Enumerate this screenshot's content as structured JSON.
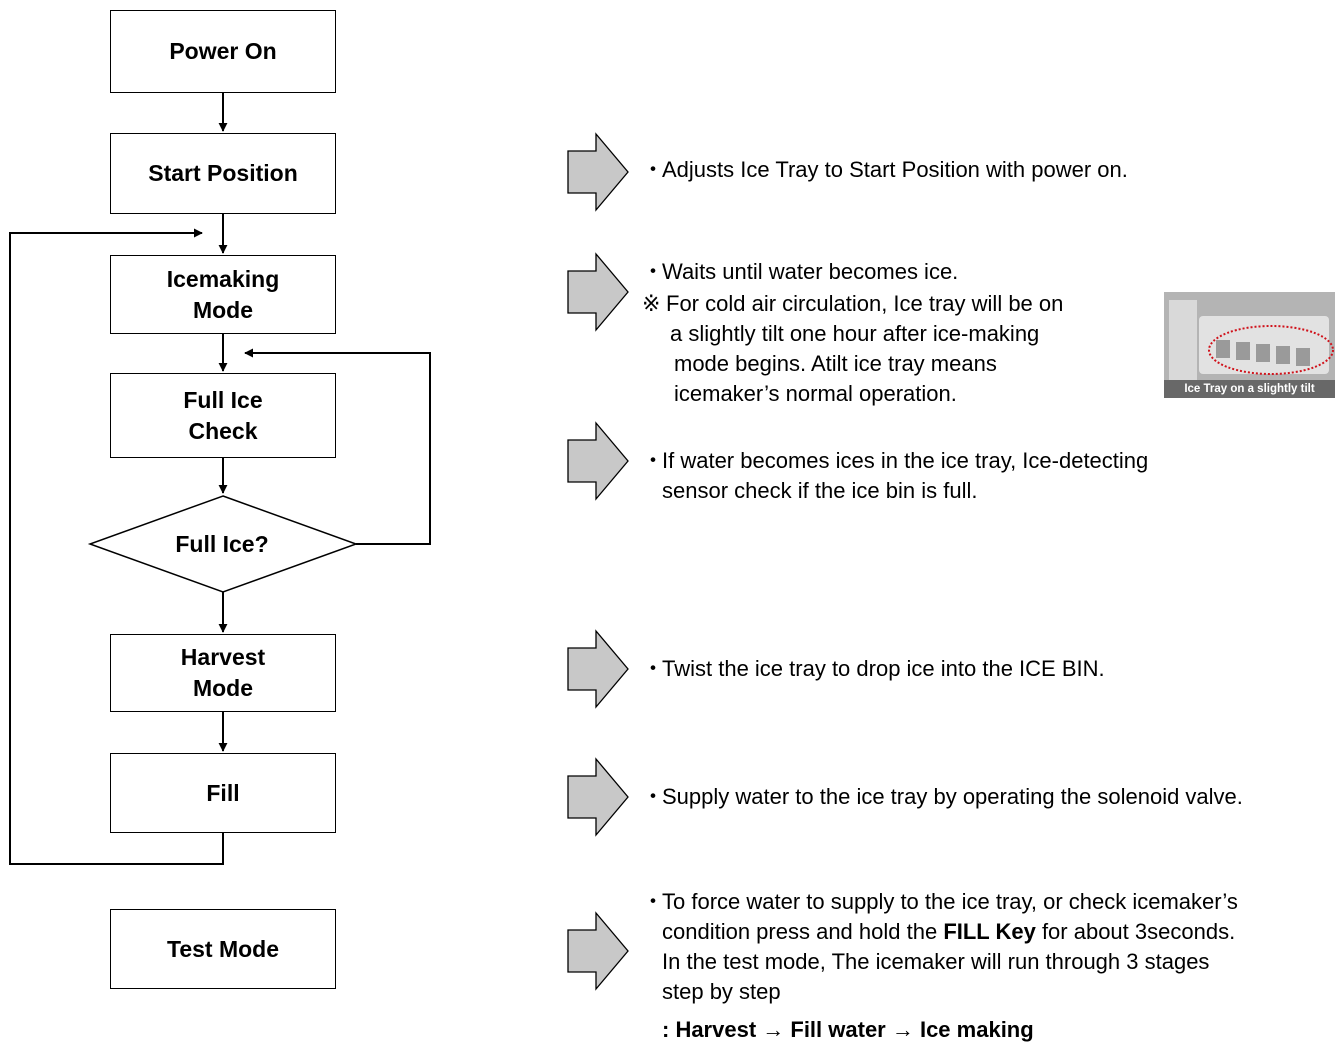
{
  "flow": {
    "power_on": "Power On",
    "start_position": "Start Position",
    "icemaking_mode": [
      "Icemaking",
      "Mode"
    ],
    "full_ice_check": [
      "Full Ice",
      "Check"
    ],
    "full_ice_decision": "Full Ice?",
    "harvest_mode": [
      "Harvest",
      "Mode"
    ],
    "fill": "Fill",
    "test_mode": "Test Mode"
  },
  "descriptions": {
    "start": {
      "bullet": "・",
      "text": "Adjusts Ice Tray to Start Position with power on."
    },
    "icemaking": {
      "bullet": "・",
      "line1": "Waits until water becomes ice.",
      "note_mark": "※",
      "note_lines": [
        "For cold air circulation, Ice tray will be on",
        "a slightly tilt one hour after ice-making",
        "mode begins. Atilt ice tray means",
        "icemaker’s normal operation."
      ]
    },
    "full_ice": {
      "bullet": "・",
      "lines": [
        "If water becomes ices in the ice tray, Ice-detecting",
        "sensor check if the ice bin is full."
      ]
    },
    "harvest": {
      "bullet": "・",
      "text": "Twist the ice tray to drop ice into the ICE BIN."
    },
    "fill": {
      "bullet": "・",
      "text": "Supply water to the ice tray by operating the solenoid valve."
    },
    "test": {
      "bullet": "・",
      "line1": "To force water to supply to the ice tray, or check icemaker’s",
      "line2_pre": "condition press and hold the ",
      "line2_bold": "FILL Key",
      "line2_post": " for about 3seconds.",
      "line3": "In the test mode, The icemaker will run through 3 stages",
      "line4": "step by step",
      "sequence": ": Harvest → Fill water → Ice making"
    }
  },
  "photo": {
    "caption": "Ice Tray on a slightly tilt"
  },
  "colors": {
    "callout_fill": "#c8c8c8",
    "tilt_circle": "#d0121b"
  }
}
